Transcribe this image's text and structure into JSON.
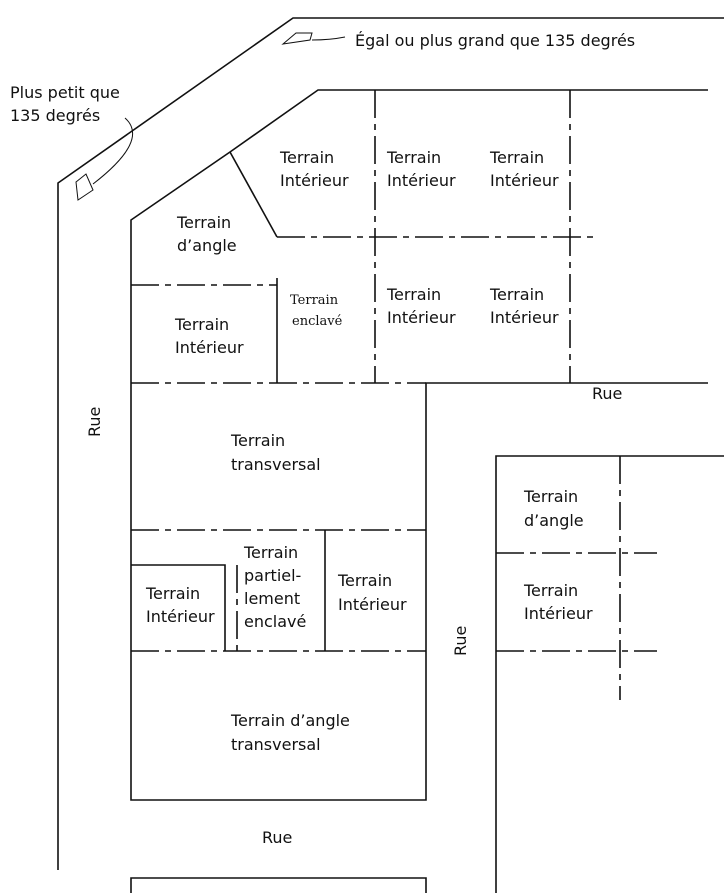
{
  "annotations": {
    "greater": "Égal ou plus grand que 135 degrés",
    "smaller_line1": "Plus petit que",
    "smaller_line2": "135 degrés"
  },
  "streets": {
    "left": "Rue",
    "right": "Rue",
    "middle": "Rue",
    "bottom": "Rue"
  },
  "lots": {
    "interior_top_1": [
      "Terrain",
      "Intérieur"
    ],
    "interior_top_2": [
      "Terrain",
      "Intérieur"
    ],
    "interior_top_3": [
      "Terrain",
      "Intérieur"
    ],
    "corner_top": [
      "Terrain",
      "d’angle"
    ],
    "interior_left": [
      "Terrain",
      "Intérieur"
    ],
    "enclave": [
      "Terrain",
      "enclavé"
    ],
    "interior_mid_2": [
      "Terrain",
      "Intérieur"
    ],
    "interior_mid_3": [
      "Terrain",
      "Intérieur"
    ],
    "transversal": [
      "Terrain",
      "transversal"
    ],
    "partial_enclave": [
      "Terrain",
      "partiel-",
      "lement",
      "enclavé"
    ],
    "interior_small_left": [
      "Terrain",
      "Intérieur"
    ],
    "interior_small_right": [
      "Terrain",
      "Intérieur"
    ],
    "corner_transversal": [
      "Terrain d’angle",
      "transversal"
    ],
    "corner_right": [
      "Terrain",
      "d’angle"
    ],
    "interior_right": [
      "Terrain",
      "Intérieur"
    ]
  }
}
